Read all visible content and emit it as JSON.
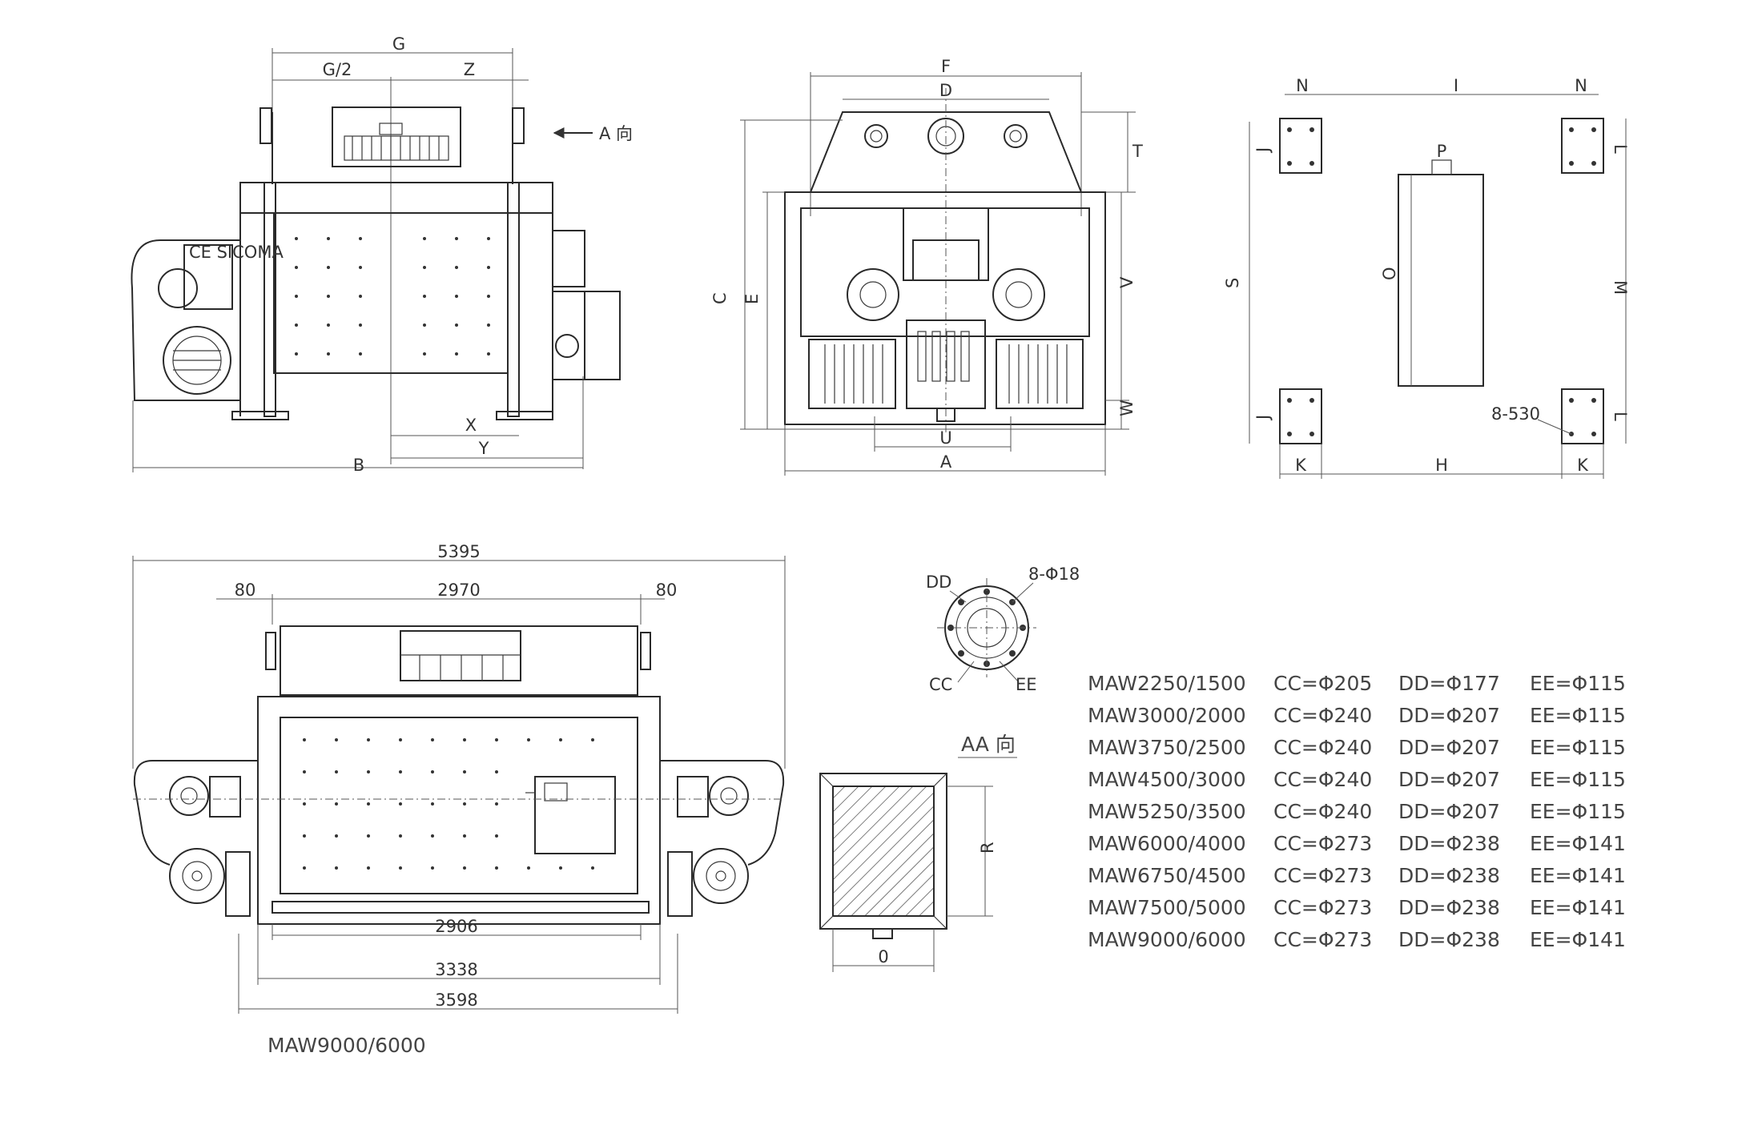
{
  "front_view": {
    "labels": {
      "G": "G",
      "G2": "G/2",
      "Z": "Z",
      "A_dir": "A 向",
      "X": "X",
      "Y": "Y",
      "B": "B"
    },
    "brand": "CE SICOMA"
  },
  "side_view": {
    "labels": {
      "F": "F",
      "D": "D",
      "T": "T",
      "C": "C",
      "E": "E",
      "V": "V",
      "W": "W",
      "U": "U",
      "A": "A"
    }
  },
  "plan_view": {
    "labels": {
      "N1": "N",
      "I": "I",
      "N2": "N",
      "J1": "J",
      "L1": "L",
      "P": "P",
      "S": "S",
      "O": "O",
      "M": "M",
      "J2": "J",
      "L2": "L",
      "holes": "8-530",
      "K1": "K",
      "H": "H",
      "K2": "K"
    }
  },
  "elevation_view": {
    "labels": {
      "overall": "5395",
      "left_80": "80",
      "inner": "2970",
      "right_80": "80",
      "base1": "2906",
      "base2": "3338",
      "base3": "3598"
    },
    "model": "MAW9000/6000"
  },
  "flange": {
    "labels": {
      "DD": "DD",
      "holes": "8-Φ18",
      "CC": "CC",
      "EE": "EE"
    }
  },
  "aa_view": {
    "title": "AA 向",
    "labels": {
      "R": "R",
      "O": "0"
    }
  },
  "spec_table": {
    "rows": [
      {
        "model": "MAW2250/1500",
        "cc": "CC=Φ205",
        "dd": "DD=Φ177",
        "ee": "EE=Φ115"
      },
      {
        "model": "MAW3000/2000",
        "cc": "CC=Φ240",
        "dd": "DD=Φ207",
        "ee": "EE=Φ115"
      },
      {
        "model": "MAW3750/2500",
        "cc": "CC=Φ240",
        "dd": "DD=Φ207",
        "ee": "EE=Φ115"
      },
      {
        "model": "MAW4500/3000",
        "cc": "CC=Φ240",
        "dd": "DD=Φ207",
        "ee": "EE=Φ115"
      },
      {
        "model": "MAW5250/3500",
        "cc": "CC=Φ240",
        "dd": "DD=Φ207",
        "ee": "EE=Φ115"
      },
      {
        "model": "MAW6000/4000",
        "cc": "CC=Φ273",
        "dd": "DD=Φ238",
        "ee": "EE=Φ141"
      },
      {
        "model": "MAW6750/4500",
        "cc": "CC=Φ273",
        "dd": "DD=Φ238",
        "ee": "EE=Φ141"
      },
      {
        "model": "MAW7500/5000",
        "cc": "CC=Φ273",
        "dd": "DD=Φ238",
        "ee": "EE=Φ141"
      },
      {
        "model": "MAW9000/6000",
        "cc": "CC=Φ273",
        "dd": "DD=Φ238",
        "ee": "EE=Φ141"
      }
    ]
  }
}
